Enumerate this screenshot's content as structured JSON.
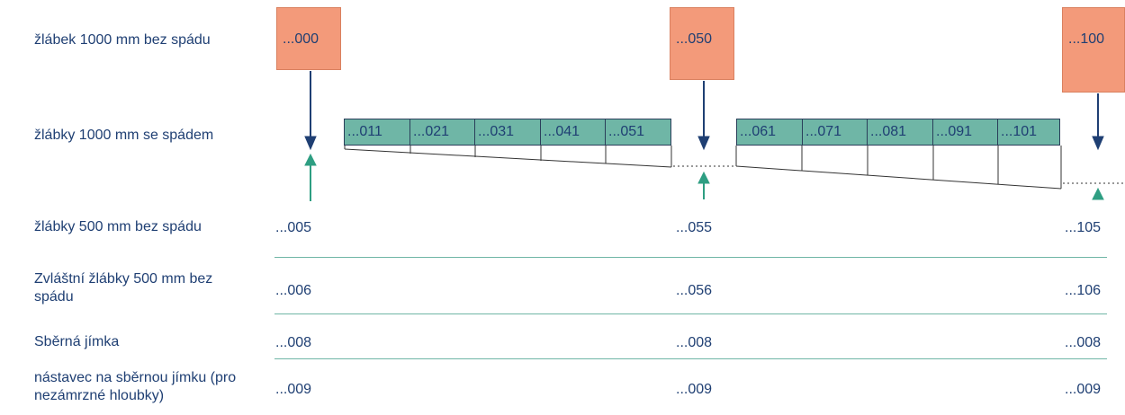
{
  "rows": [
    {
      "label": "žlábek 1000 mm bez spádu"
    },
    {
      "label": "žlábky 1000 mm se spádem"
    },
    {
      "label": "žlábky 500 mm bez spádu",
      "codes": [
        "...005",
        "...055",
        "...105"
      ]
    },
    {
      "label": "Zvláštní žlábky 500 mm bez spádu",
      "codes": [
        "...006",
        "...056",
        "...106"
      ]
    },
    {
      "label": "Sběrná jímka",
      "codes": [
        "...008",
        "...008",
        "...008"
      ]
    },
    {
      "label": "nástavec na sběrnou jímku (pro nezámrzné hloubky)",
      "codes": [
        "...009",
        "...009",
        "...009"
      ]
    }
  ],
  "orange_boxes": [
    "...000",
    "...050",
    "...100"
  ],
  "teal_cells_left": [
    "...011",
    "...021",
    "...031",
    "...041",
    "...051"
  ],
  "teal_cells_right": [
    "...061",
    "...071",
    "...081",
    "...091",
    "...101"
  ],
  "colors": {
    "orange": "#f39a7a",
    "teal": "#6fb6a6",
    "navy": "#1f3f73",
    "arrow_up": "#2e9e82"
  }
}
